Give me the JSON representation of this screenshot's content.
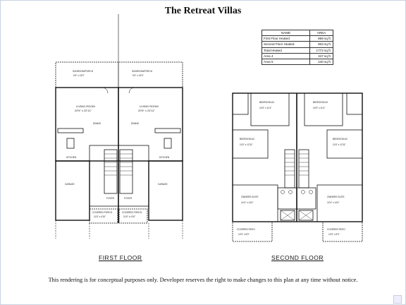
{
  "title": "The Retreat Villas",
  "footer": "This rendering is for conceptual purposes only.  Developer reserves the right to make changes to this plan at any time without notice.",
  "floors": {
    "first": "FIRST FLOOR",
    "second": "SECOND FLOOR"
  },
  "area_table": {
    "headers": [
      "NAME",
      "AREA"
    ],
    "rows": [
      {
        "name": "First Floor Heated",
        "area": "869 sq ft."
      },
      {
        "name": "Second Floor Heated",
        "area": "903 sq ft."
      },
      {
        "name": "Total Heated",
        "area": "1772 sq ft."
      },
      {
        "name": "Area 4",
        "area": "347 sq ft."
      },
      {
        "name": "Area 5",
        "area": "240 sq ft."
      }
    ]
  },
  "rooms": {
    "sunroom": "SUNROOM/PORCH",
    "sunroom_dim": "9'4\" x 13'0\"",
    "living": "LIVING ROOM",
    "living_dim": "20'5\" x 22'11\"",
    "dining": "DINING",
    "kitchen": "KITCHEN",
    "garage": "GARAGE",
    "foyer": "FOYER",
    "covered_porch": "COVERED PORCH",
    "covered_porch_dim": "11'6\" x 4'10\"",
    "bedroom3": "BEDROOM #3",
    "bedroom3_dim": "14'9\" x 11'4\"",
    "bedroom2": "BEDROOM #2",
    "bedroom2_dim": "11'6\" x 12'11\"",
    "owners_suite": "OWNERS SUITE",
    "owners_suite_dim": "14'4\" x 14'4\"",
    "covered_patio": "COVERED PATIO",
    "covered_patio_dim": "12'0\" x 6'0\""
  }
}
